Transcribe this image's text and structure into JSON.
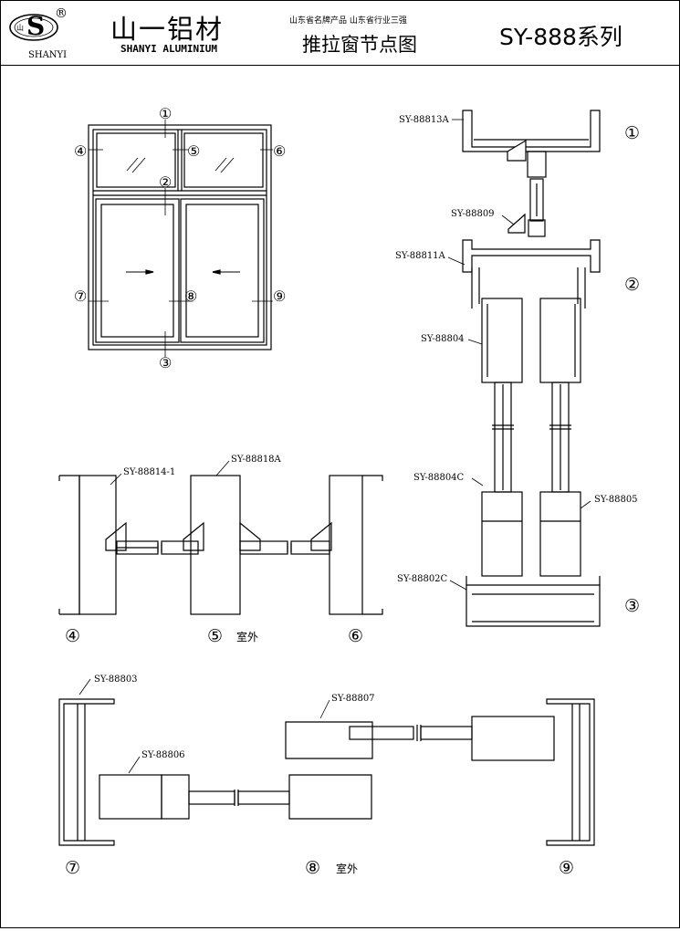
{
  "header": {
    "logo_mark_text": "山",
    "logo_s": "S",
    "registered": "®",
    "logo_sub": "SHANYI",
    "company_cn": "山一铝材",
    "company_en": "SHANYI ALUMINIUM",
    "award_line": "山东省名牌产品   山东省行业三强",
    "drawing_title": "推拉窗节点图",
    "series": "SY-888系列"
  },
  "node_numbers": [
    "①",
    "②",
    "③",
    "④",
    "⑤",
    "⑥",
    "⑦",
    "⑧",
    "⑨"
  ],
  "part_codes": {
    "p13a": "SY-88813A",
    "p09": "SY-88809",
    "p11a": "SY-88811A",
    "p04": "SY-88804",
    "p04c": "SY-88804C",
    "p05": "SY-88805",
    "p02c": "SY-88802C",
    "p14": "SY-88814-1",
    "p18a": "SY-88818A",
    "p03": "SY-88803",
    "p06": "SY-88806",
    "p07": "SY-88807"
  },
  "outside_label": "室外",
  "colors": {
    "line": "#000000",
    "background": "#ffffff"
  }
}
